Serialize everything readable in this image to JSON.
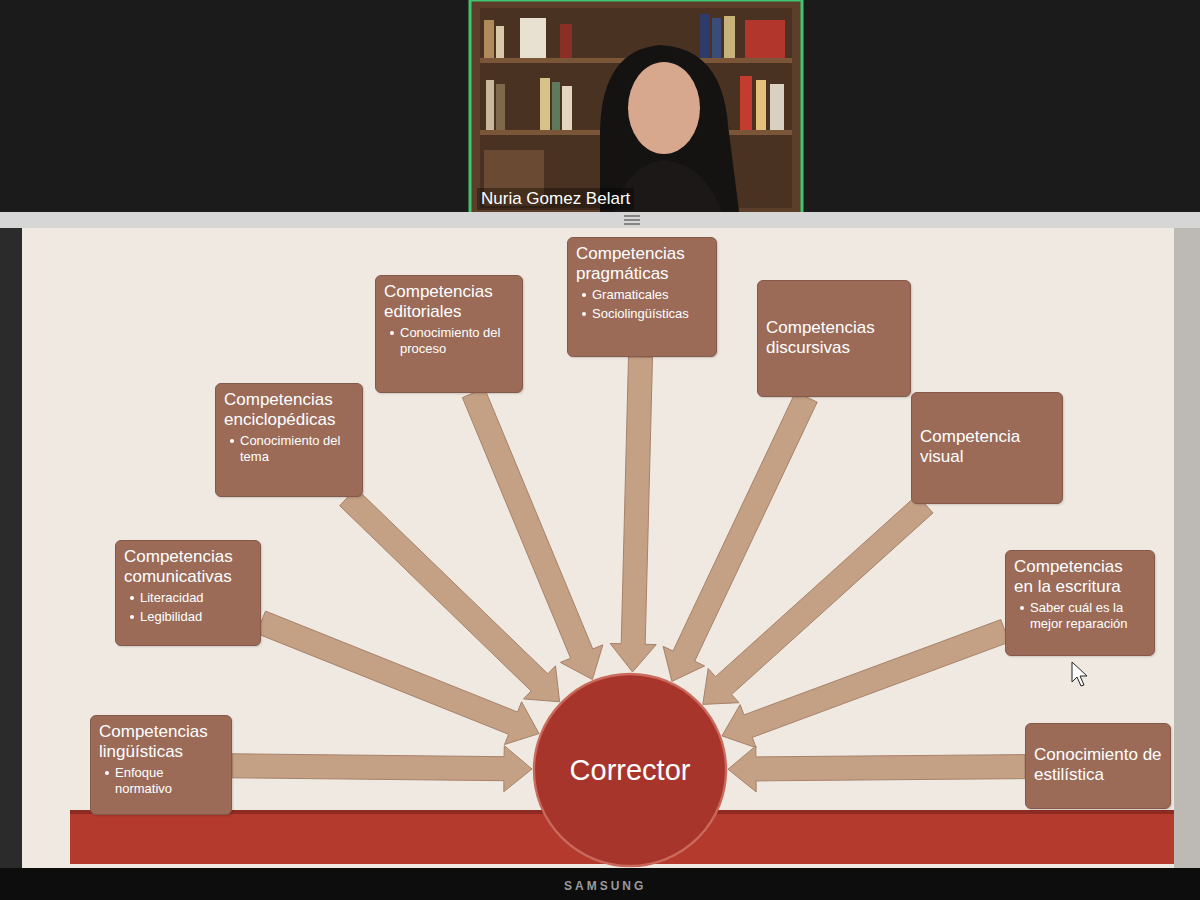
{
  "diagram": {
    "nodes": [
      {
        "text": [
          "Competencias lingüísticas",
          "Enfoque normativo"
        ]
      },
      {
        "text": [
          "Competencias comunicativas",
          "Literacidad",
          "Legibilidad"
        ]
      },
      {
        "text": [
          "Competencias enciclopédicas",
          "Conocimiento del tema"
        ]
      },
      {
        "text": [
          "Competencias editoriales",
          "Conocimiento del proceso"
        ]
      },
      {
        "text": [
          "Competencias pragmáticas",
          "Gramaticales",
          "Sociolingüísticas"
        ]
      },
      {
        "text": [
          "Competencias discursivas"
        ]
      },
      {
        "text": [
          "Competencia visual"
        ]
      },
      {
        "text": [
          "Competencias en la escritura",
          "Saber cuál es la mejor reparación"
        ]
      },
      {
        "text": [
          "Conocimiento de estilística"
        ]
      },
      {
        "text": [
          "Corrector"
        ]
      }
    ],
    "edges": [
      {
        "from": 0,
        "to": 9,
        "arrow": "to"
      },
      {
        "from": 1,
        "to": 9,
        "arrow": "to"
      },
      {
        "from": 2,
        "to": 9,
        "arrow": "to"
      },
      {
        "from": 3,
        "to": 9,
        "arrow": "to"
      },
      {
        "from": 4,
        "to": 9,
        "arrow": "to"
      },
      {
        "from": 5,
        "to": 9,
        "arrow": "to"
      },
      {
        "from": 6,
        "to": 9,
        "arrow": "to"
      },
      {
        "from": 7,
        "to": 9,
        "arrow": "to"
      },
      {
        "from": 8,
        "to": 9,
        "arrow": "to"
      }
    ],
    "labels": [
      "Nuria Gomez Belart",
      "SAMSUNG"
    ]
  }
}
